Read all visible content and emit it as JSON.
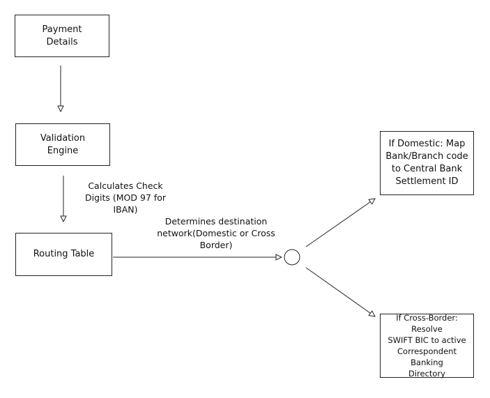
{
  "nodes": {
    "payment_details": "Payment\nDetails",
    "validation_engine": "Validation\nEngine",
    "routing_table": "Routing Table",
    "domestic": "If Domestic: Map\nBank/Branch code\nto Central Bank\nSettlement ID",
    "cross_border": "If Cross-Border: Resolve\nSWIFT BIC to active\nCorrespondent Banking\nDirectory"
  },
  "edge_labels": {
    "check_digits": "Calculates Check\nDigits (MOD 97 for\nIBAN)",
    "destination": "Determines destination\nnetwork(Domestic or Cross\nBorder)"
  }
}
